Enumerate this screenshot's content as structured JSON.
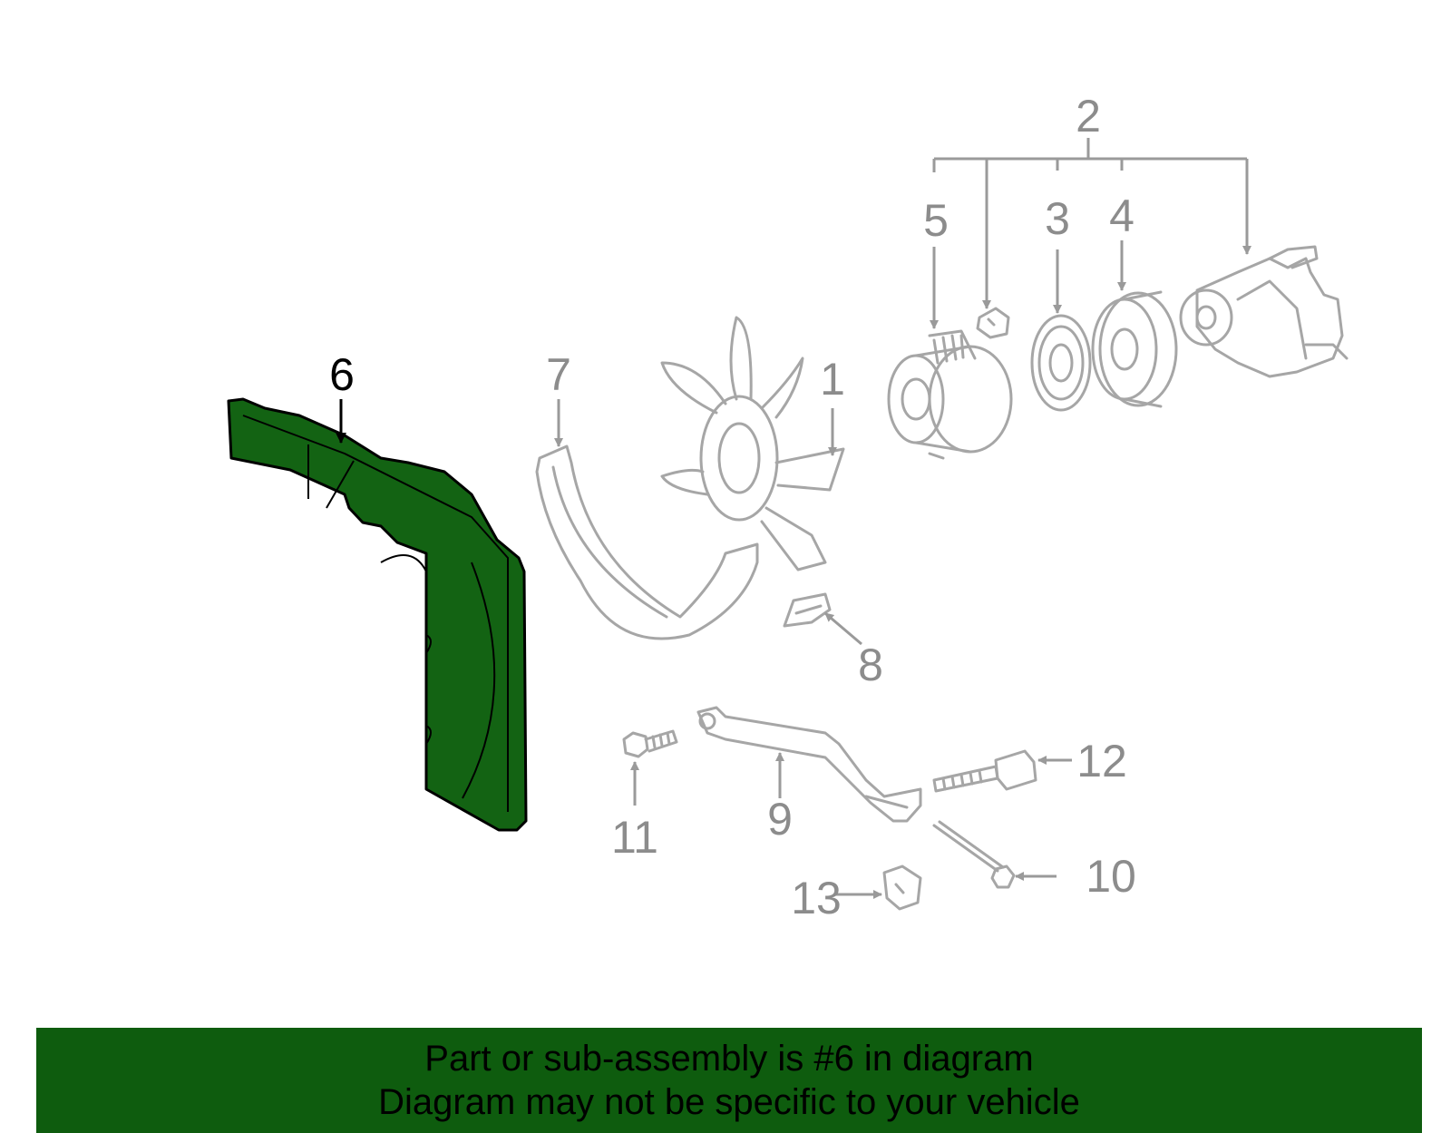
{
  "diagram": {
    "highlight_color": "#136313",
    "line_color": "#a6a6a6",
    "selected_part": "6",
    "callouts": {
      "c1": "1",
      "c2": "2",
      "c3": "3",
      "c4": "4",
      "c5": "5",
      "c6": "6",
      "c7": "7",
      "c8": "8",
      "c9": "9",
      "c10": "10",
      "c11": "11",
      "c12": "12",
      "c13": "13"
    }
  },
  "banner": {
    "background": "#0e5c0e",
    "line1": "Part or sub-assembly is #6 in diagram",
    "line2": "Diagram may not be specific to your vehicle"
  }
}
